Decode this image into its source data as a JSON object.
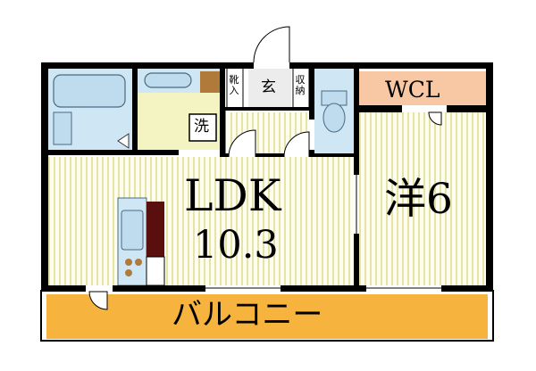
{
  "rooms": {
    "ldk": {
      "label": "LDK",
      "area": "10.3"
    },
    "western": {
      "label": "洋6"
    },
    "walk_in_closet": {
      "label": "WCL"
    },
    "balcony": {
      "label": "バルコニー"
    },
    "entrance": {
      "label": "玄"
    },
    "washer": {
      "label": "洗"
    },
    "shoe_storage": {
      "chars": [
        "靴",
        "入"
      ]
    },
    "storage": {
      "chars": [
        "収",
        "納"
      ]
    }
  },
  "colors": {
    "wall": "#000000",
    "floor_stripe": "#f3f1c9",
    "floor_base": "#fdfdf0",
    "wet_area": "#cfe6f5",
    "washroom": "#f4f3c2",
    "balcony": "#f6b33d",
    "wcl": "#f8c8a4",
    "brown_wall": "#b07a3a",
    "kitchen_dark": "#5a0f0f"
  }
}
